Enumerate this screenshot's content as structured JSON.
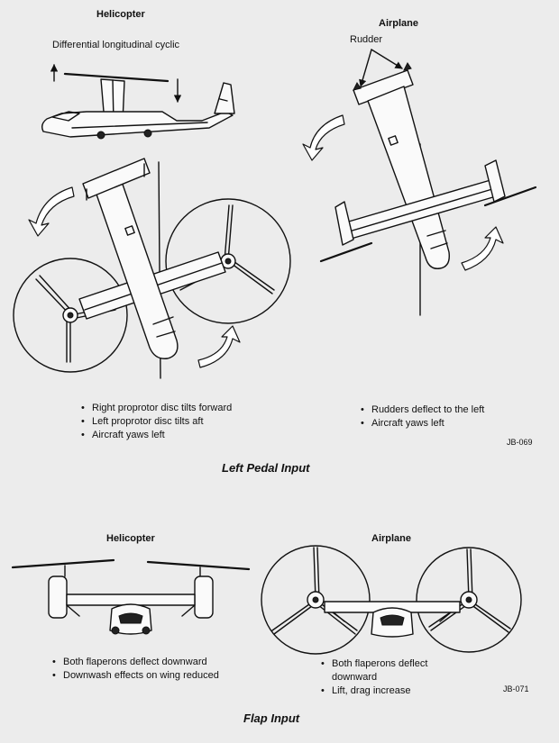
{
  "left_pedal": {
    "caption": "Left Pedal Input",
    "helicopter": {
      "title": "Helicopter",
      "cyclic_label": "Differential longitudinal cyclic",
      "bullets": [
        "Right proprotor disc tilts forward",
        "Left proprotor disc tilts aft",
        "Aircraft yaws left"
      ]
    },
    "airplane": {
      "title": "Airplane",
      "rudder_label": "Rudder",
      "bullets": [
        "Rudders deflect to the left",
        "Aircraft yaws left"
      ]
    },
    "ref": "JB-069"
  },
  "flap": {
    "caption": "Flap Input",
    "helicopter": {
      "title": "Helicopter",
      "bullets": [
        "Both flaperons deflect downward",
        "Downwash effects on wing reduced"
      ]
    },
    "airplane": {
      "title": "Airplane",
      "bullets": [
        "Both flaperons deflect downward",
        "Lift, drag increase"
      ]
    },
    "ref": "JB-071"
  }
}
